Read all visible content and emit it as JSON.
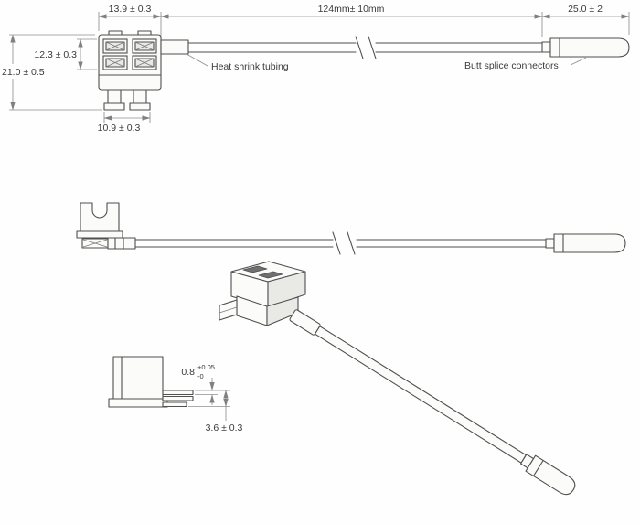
{
  "drawing": {
    "front_view": {
      "dim_top_width": "13.9 ± 0.3",
      "dim_wire_length": "124mm± 10mm",
      "dim_splice_length": "25.0 ± 2",
      "dim_total_height": "21.0 ± 0.5",
      "dim_inner_height": "12.3 ± 0.3",
      "dim_blade_width": "10.9 ± 0.3",
      "label_heat_shrink": "Heat shrink tubing",
      "label_butt_splice": "Butt splice connectors"
    },
    "detail_view": {
      "dim_blade_thickness": "0.8",
      "tol_plus": "+0.05",
      "tol_minus": "-0",
      "dim_terminal_width": "3.6 ± 0.3"
    },
    "colors": {
      "outline": "#4f4f4f",
      "dimension": "#909090",
      "text": "#3a3a3a",
      "background": "#fefefe"
    }
  }
}
